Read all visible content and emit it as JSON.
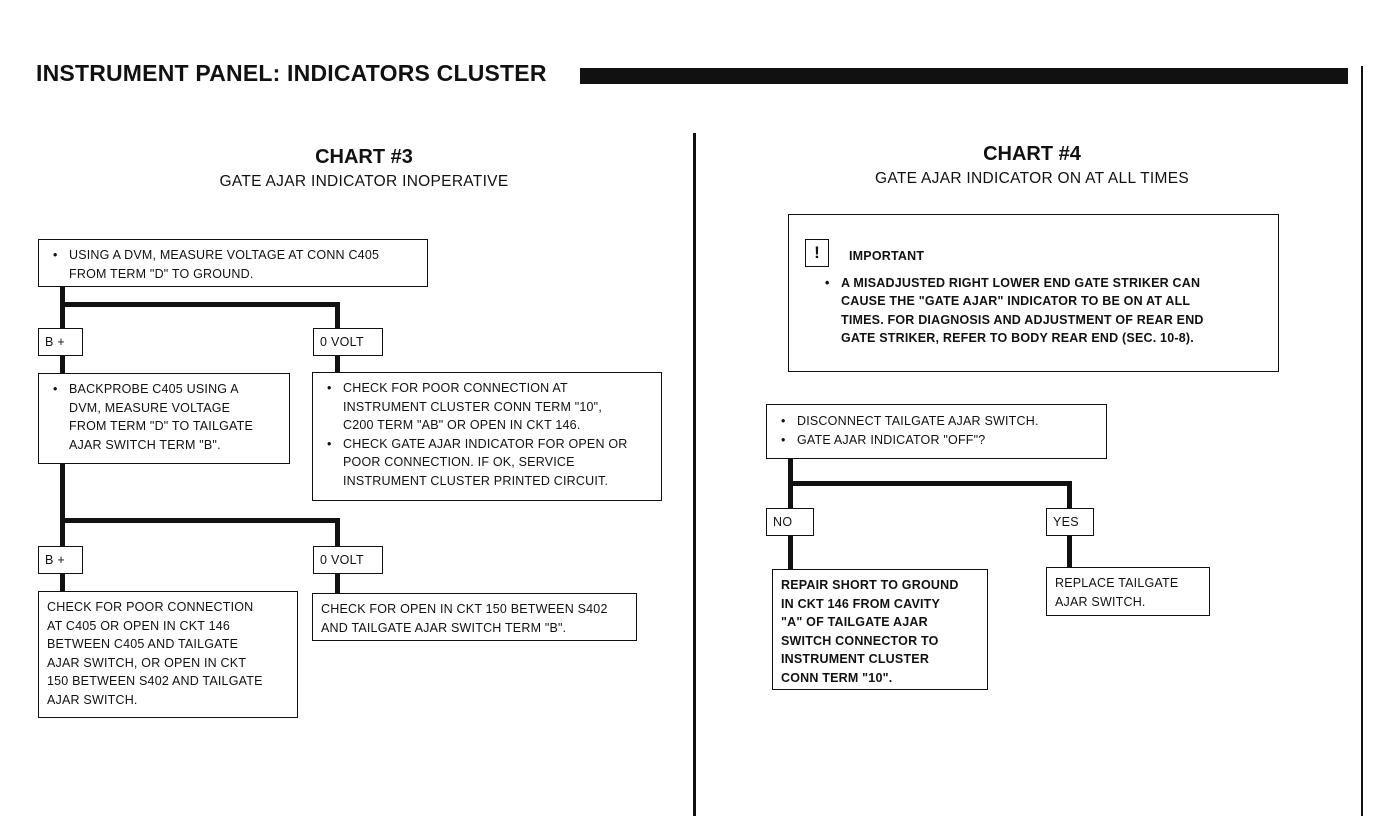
{
  "header": {
    "title": "INSTRUMENT PANEL:  INDICATORS CLUSTER"
  },
  "chart3": {
    "number": "CHART #3",
    "subtitle": "GATE AJAR INDICATOR INOPERATIVE",
    "start": [
      "USING A DVM, MEASURE VOLTAGE AT CONN C405",
      "FROM TERM \"D\" TO GROUND."
    ],
    "b_plus_1": "B +",
    "zero_volt_1": "0 VOLT",
    "backprobe": [
      "BACKPROBE C405 USING A",
      "DVM, MEASURE VOLTAGE",
      "FROM TERM \"D\" TO TAILGATE",
      "AJAR SWITCH TERM \"B\"."
    ],
    "check_poor_1": [
      "CHECK FOR POOR CONNECTION AT",
      "INSTRUMENT CLUSTER CONN TERM \"10\",",
      "C200 TERM \"AB\" OR OPEN IN CKT 146."
    ],
    "check_gate": [
      "CHECK GATE AJAR INDICATOR FOR OPEN OR",
      "POOR CONNECTION.  IF OK, SERVICE",
      "INSTRUMENT CLUSTER PRINTED CIRCUIT."
    ],
    "b_plus_2": "B +",
    "zero_volt_2": "0 VOLT",
    "check_poor_2": [
      "CHECK FOR POOR CONNECTION",
      "AT C405 OR OPEN IN CKT 146",
      "BETWEEN C405 AND TAILGATE",
      "AJAR SWITCH, OR OPEN IN CKT",
      "150 BETWEEN S402 AND TAILGATE",
      "AJAR SWITCH."
    ],
    "check_open": [
      "CHECK FOR OPEN IN CKT 150 BETWEEN S402",
      "AND TAILGATE AJAR SWITCH TERM \"B\"."
    ]
  },
  "chart4": {
    "number": "CHART #4",
    "subtitle": "GATE AJAR INDICATOR ON AT ALL TIMES",
    "important_label": "IMPORTANT",
    "important_icon": "!",
    "important_text": [
      "A MISADJUSTED RIGHT LOWER END GATE STRIKER CAN",
      "CAUSE THE \"GATE AJAR\" INDICATOR TO BE ON AT ALL",
      "TIMES. FOR DIAGNOSIS AND ADJUSTMENT OF REAR END",
      "GATE STRIKER, REFER TO BODY REAR END (SEC. 10-8)."
    ],
    "disconnect": "DISCONNECT TAILGATE AJAR SWITCH.",
    "indicator_off": "GATE AJAR INDICATOR \"OFF\"?",
    "no_label": "NO",
    "yes_label": "YES",
    "repair": [
      "REPAIR SHORT TO GROUND",
      "IN CKT 146 FROM CAVITY",
      "\"A\" OF TAILGATE AJAR",
      "SWITCH CONNECTOR TO",
      "INSTRUMENT CLUSTER",
      "CONN TERM \"10\"."
    ],
    "replace": [
      "REPLACE TAILGATE",
      "AJAR SWITCH."
    ]
  }
}
